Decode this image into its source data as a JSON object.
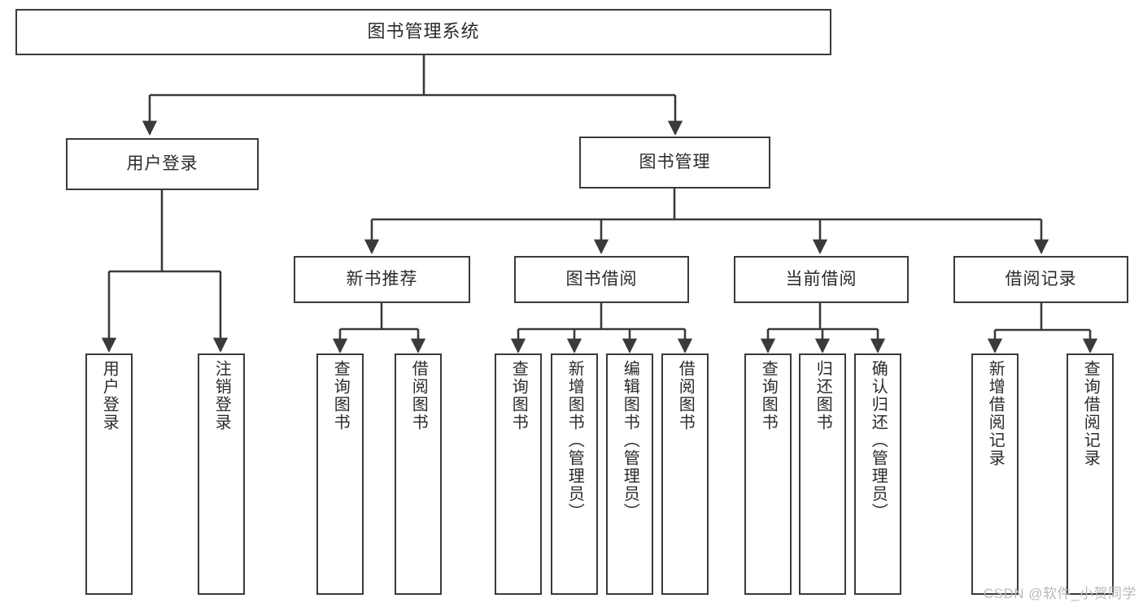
{
  "diagram": {
    "title": "图书管理系统",
    "type": "tree",
    "orientation": "top-down",
    "colors": {
      "background": "#ffffff",
      "box_border": "#3a3a3a",
      "box_fill": "#ffffff",
      "connector": "#3a3a3a",
      "text": "#2b2b2b",
      "watermark": "#b9b9b9"
    },
    "levels": {
      "root": {
        "label": "图书管理系统"
      },
      "level2": [
        {
          "label": "用户登录"
        },
        {
          "label": "图书管理"
        }
      ],
      "level3": [
        {
          "label": "新书推荐"
        },
        {
          "label": "图书借阅"
        },
        {
          "label": "当前借阅"
        },
        {
          "label": "借阅记录"
        }
      ],
      "leaves": [
        {
          "label": "用户登录",
          "parent": "用户登录"
        },
        {
          "label": "注销登录",
          "parent": "用户登录"
        },
        {
          "label": "查询图书",
          "parent": "新书推荐"
        },
        {
          "label": "借阅图书",
          "parent": "新书推荐"
        },
        {
          "label": "查询图书",
          "parent": "图书借阅"
        },
        {
          "label": "新增图书（管理员）",
          "parent": "图书借阅"
        },
        {
          "label": "编辑图书（管理员）",
          "parent": "图书借阅"
        },
        {
          "label": "借阅图书",
          "parent": "图书借阅"
        },
        {
          "label": "查询图书",
          "parent": "当前借阅"
        },
        {
          "label": "归还图书",
          "parent": "当前借阅"
        },
        {
          "label": "确认归还（管理员）",
          "parent": "当前借阅"
        },
        {
          "label": "新增借阅记录",
          "parent": "借阅记录"
        },
        {
          "label": "查询借阅记录",
          "parent": "借阅记录"
        }
      ]
    },
    "watermark": "CSDN @软件_小贺同学"
  }
}
